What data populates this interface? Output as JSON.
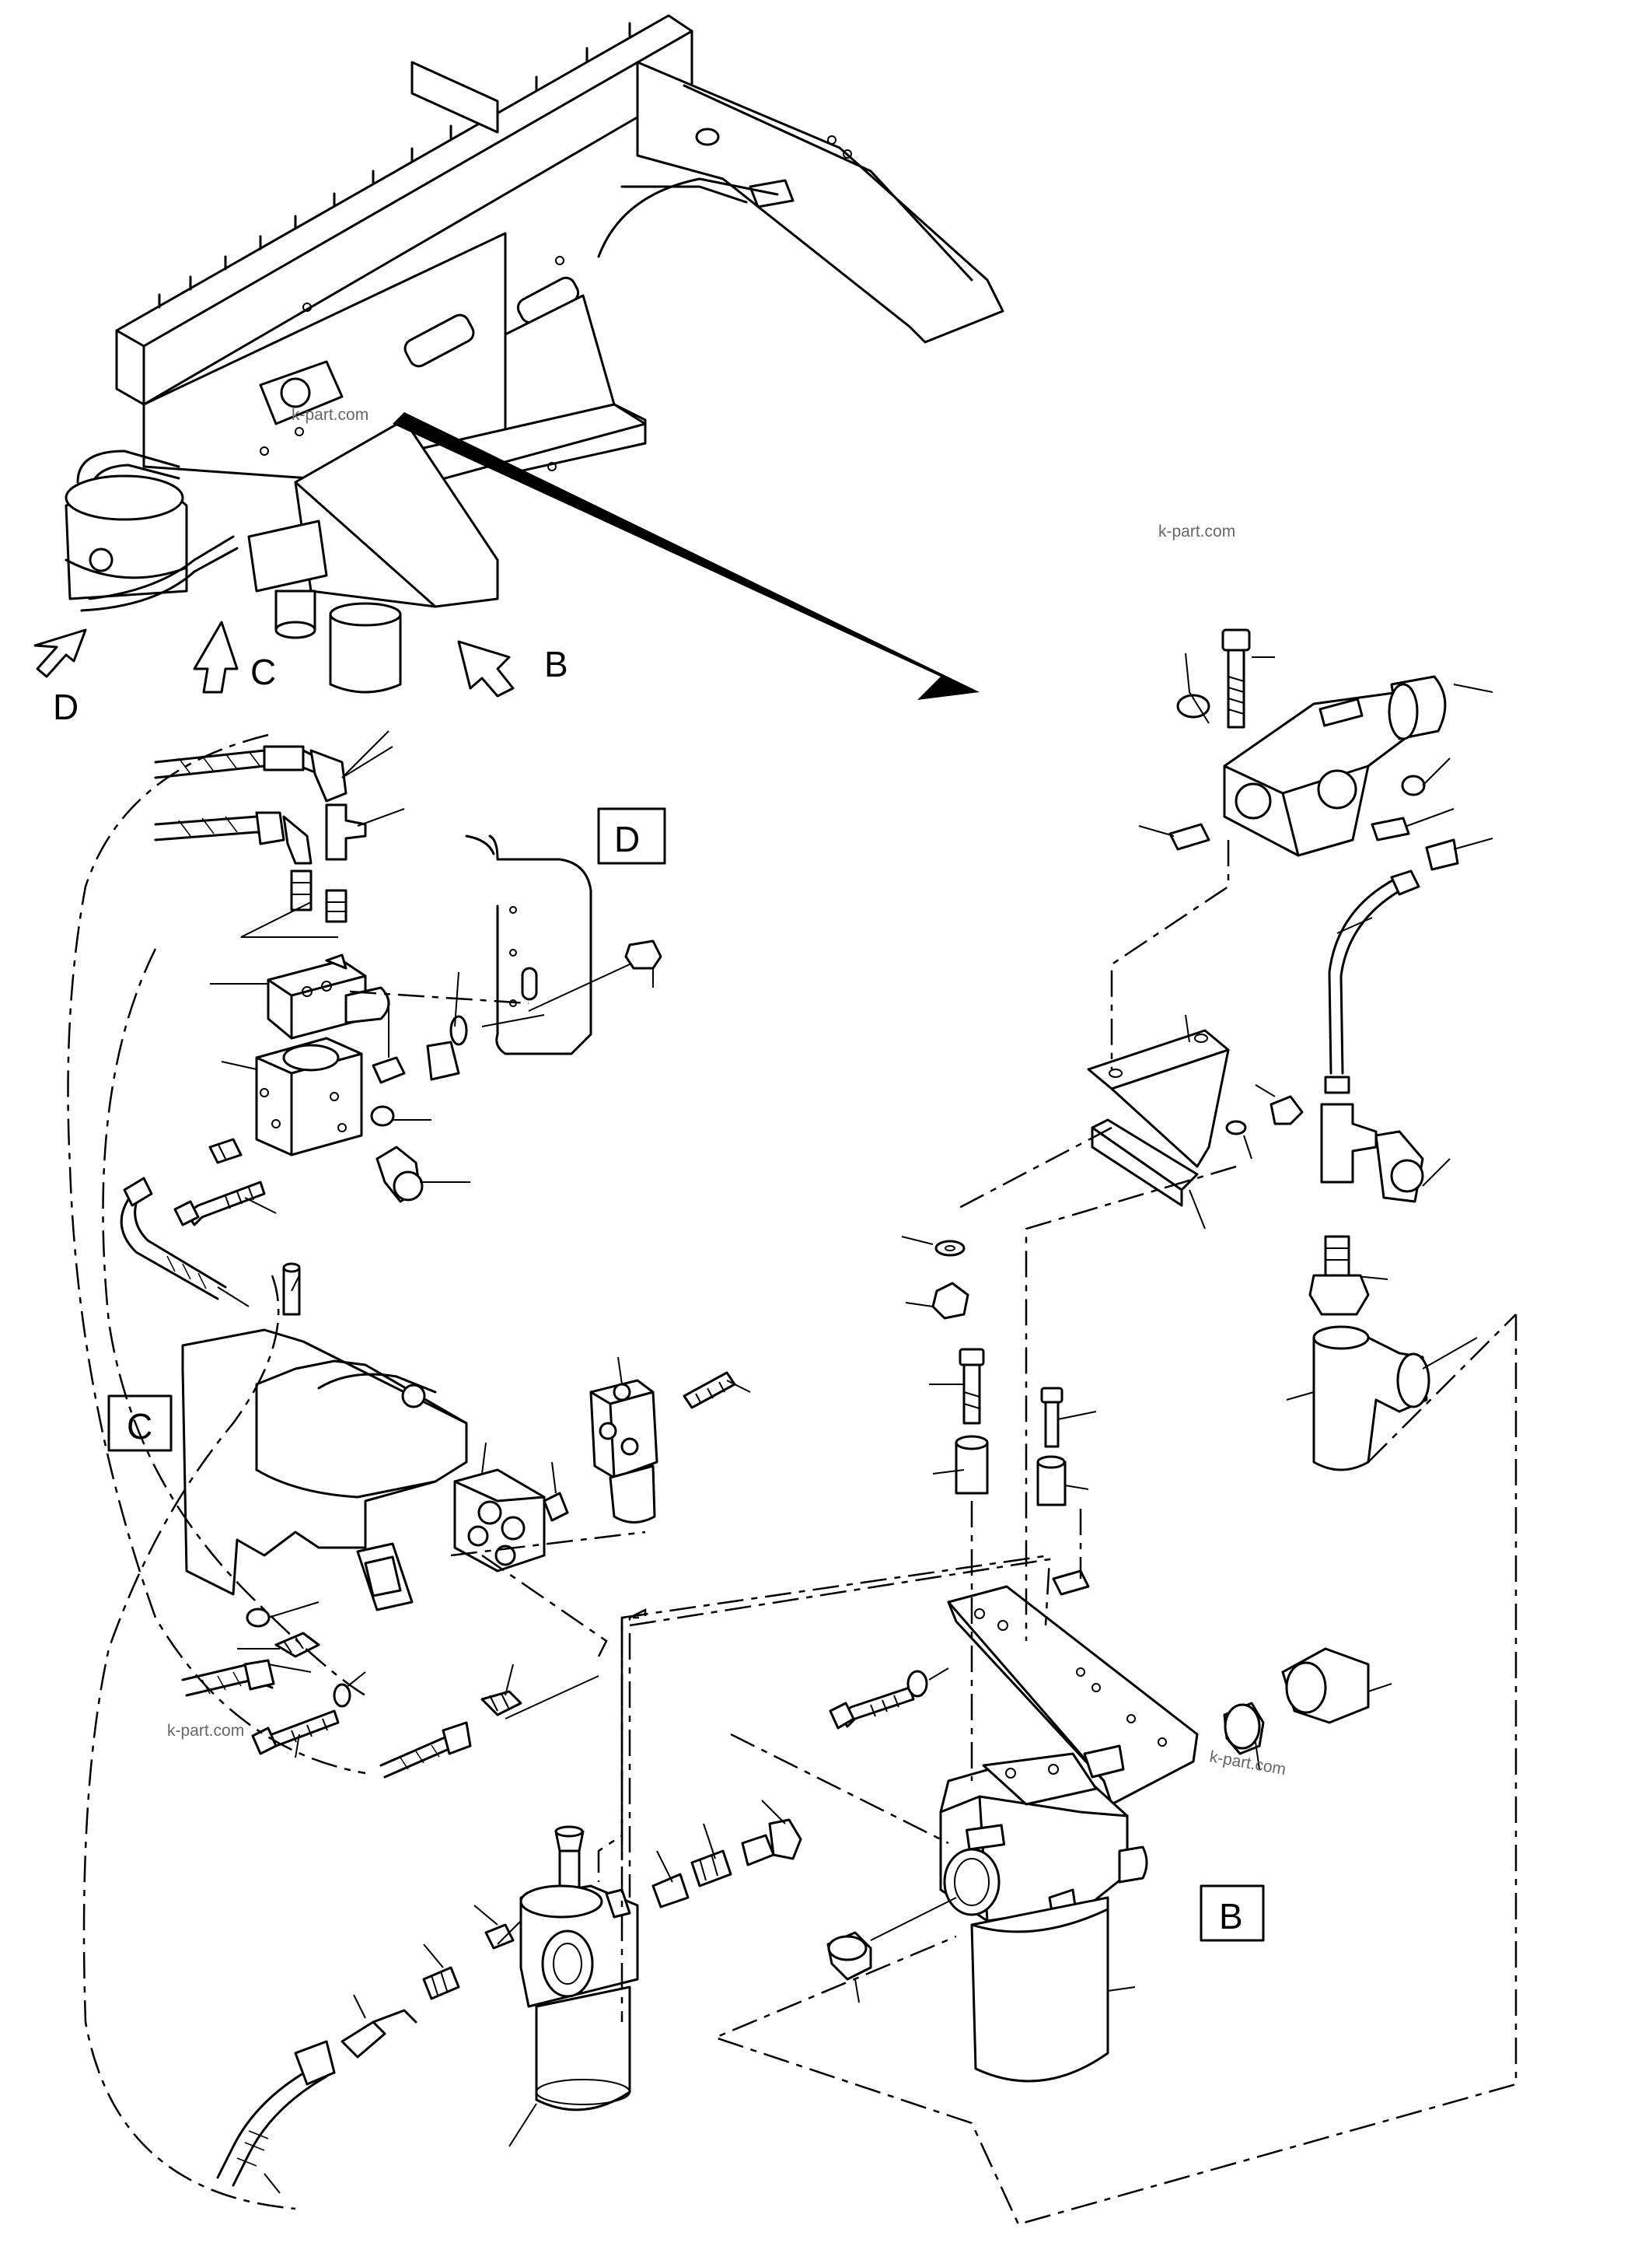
{
  "view_labels": {
    "d": "D",
    "c": "C",
    "b": "B"
  },
  "watermarks": [
    "k-part.com",
    "k-part.com",
    "k-part.com"
  ]
}
